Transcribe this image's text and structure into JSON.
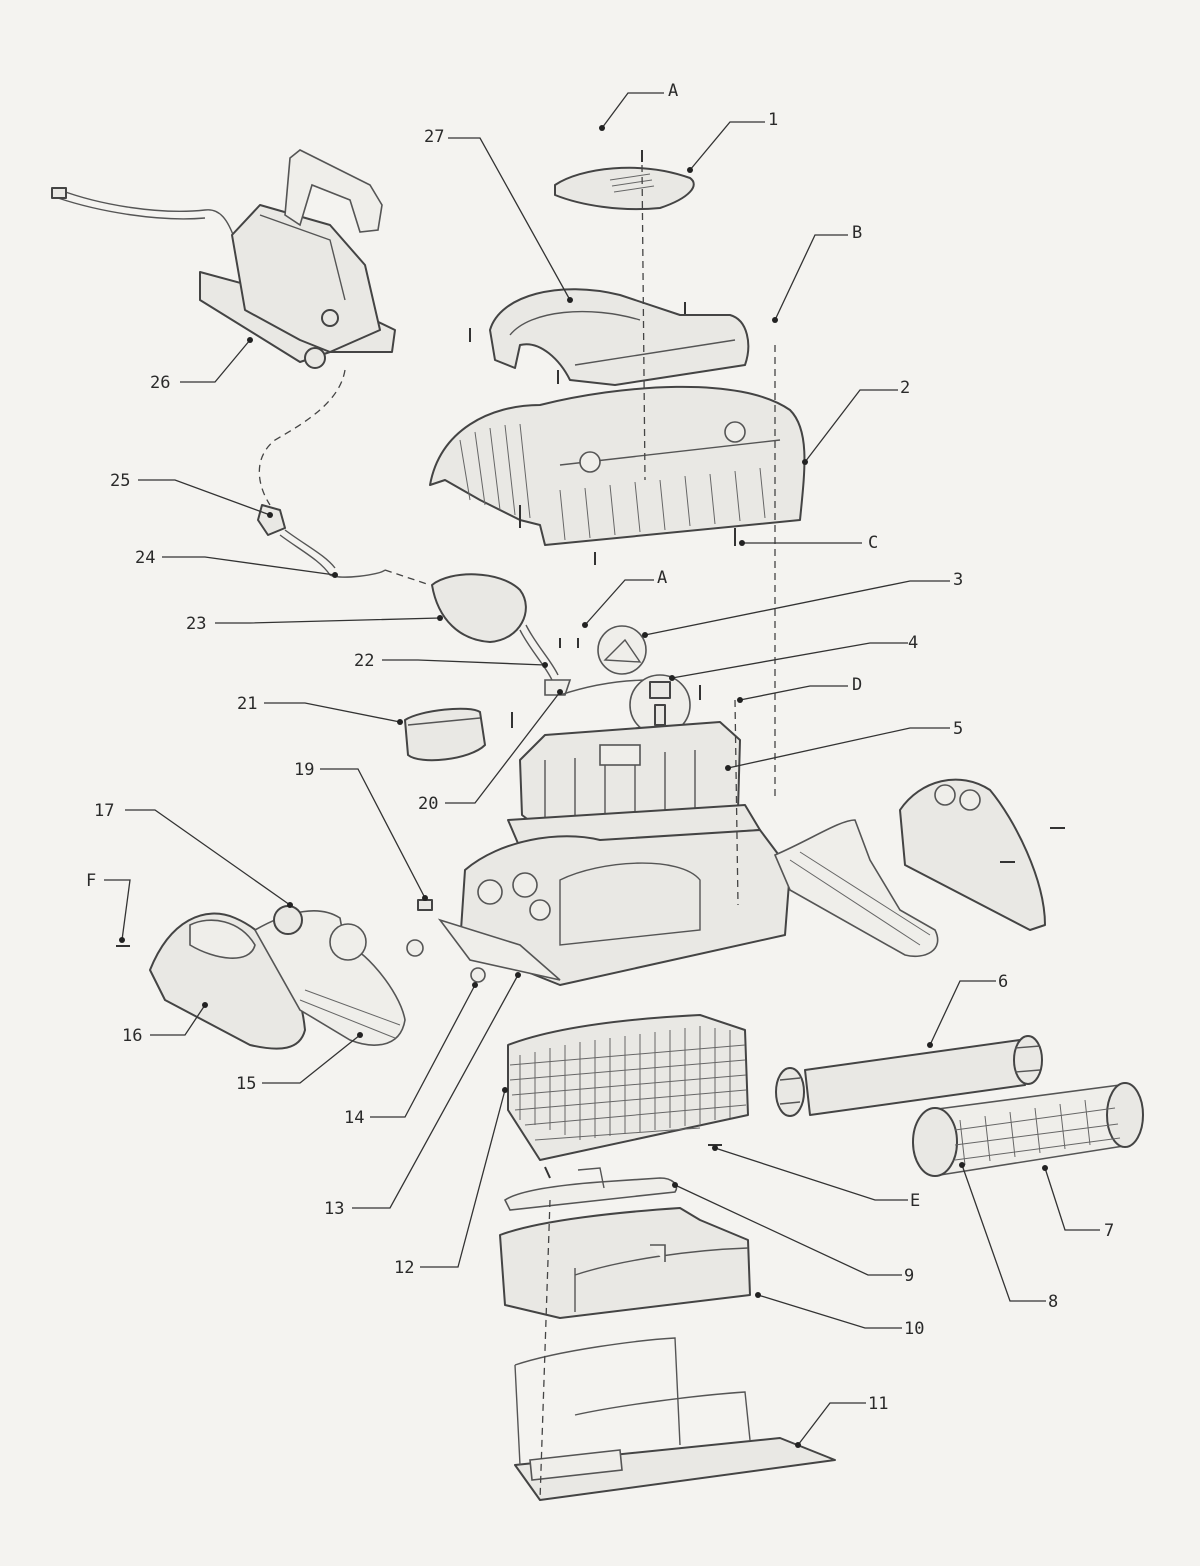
{
  "callouts": [
    {
      "id": "A_top",
      "text": "A"
    },
    {
      "id": "1",
      "text": "1"
    },
    {
      "id": "27",
      "text": "27"
    },
    {
      "id": "B",
      "text": "B"
    },
    {
      "id": "26",
      "text": "26"
    },
    {
      "id": "2",
      "text": "2"
    },
    {
      "id": "25",
      "text": "25"
    },
    {
      "id": "C",
      "text": "C"
    },
    {
      "id": "24",
      "text": "24"
    },
    {
      "id": "A_mid",
      "text": "A"
    },
    {
      "id": "3",
      "text": "3"
    },
    {
      "id": "23",
      "text": "23"
    },
    {
      "id": "22",
      "text": "22"
    },
    {
      "id": "4",
      "text": "4"
    },
    {
      "id": "21",
      "text": "21"
    },
    {
      "id": "D",
      "text": "D"
    },
    {
      "id": "5",
      "text": "5"
    },
    {
      "id": "19",
      "text": "19"
    },
    {
      "id": "20",
      "text": "20"
    },
    {
      "id": "17",
      "text": "17"
    },
    {
      "id": "F",
      "text": "F"
    },
    {
      "id": "16",
      "text": "16"
    },
    {
      "id": "6",
      "text": "6"
    },
    {
      "id": "15",
      "text": "15"
    },
    {
      "id": "14",
      "text": "14"
    },
    {
      "id": "E",
      "text": "E"
    },
    {
      "id": "7",
      "text": "7"
    },
    {
      "id": "13",
      "text": "13"
    },
    {
      "id": "12",
      "text": "12"
    },
    {
      "id": "9",
      "text": "9"
    },
    {
      "id": "8",
      "text": "8"
    },
    {
      "id": "10",
      "text": "10"
    },
    {
      "id": "11",
      "text": "11"
    }
  ]
}
